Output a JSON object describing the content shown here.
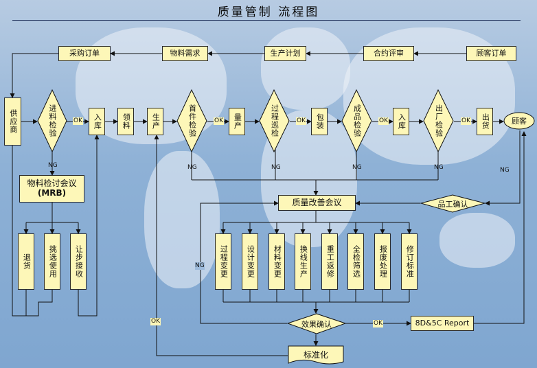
{
  "title": "质量管制 流程图",
  "top_row": [
    "采购订单",
    "物料需求",
    "生产计划",
    "合约评审",
    "顾客订单"
  ],
  "main_flow": {
    "supply": "供应商",
    "incoming_check": "进料检验",
    "warehouse_in": "入库",
    "material_pick": "领料",
    "production": "生产",
    "first_article_check": "首件检验",
    "mass_production": "量产",
    "inprocess_patrol": "过程巡检",
    "packaging": "包装",
    "finished_check": "成品检验",
    "warehouse_in_2": "入库",
    "outgoing_check": "出厂检验",
    "shipping": "出货",
    "customer": "顾客"
  },
  "mrb": {
    "line1": "物料检讨会议",
    "line2": "(MRB)"
  },
  "mrb_actions": [
    "退货",
    "挑选使用",
    "让步接收"
  ],
  "quality_meeting": "质量改善会议",
  "qe_confirm": "品工确认",
  "improvements": [
    "过程变更",
    "设计变更",
    "材料变更",
    "换线生产",
    "重工返修",
    "全检筛选",
    "报废处理",
    "修订标准"
  ],
  "effect_confirm": "效果确认",
  "report": "8D&5C Report",
  "standardize": "标准化",
  "labels": {
    "ok": "OK",
    "ng": "NG"
  },
  "colors": {
    "box_fill": "#fdf7b8",
    "line": "#111111",
    "background": "#8eb1d6"
  }
}
